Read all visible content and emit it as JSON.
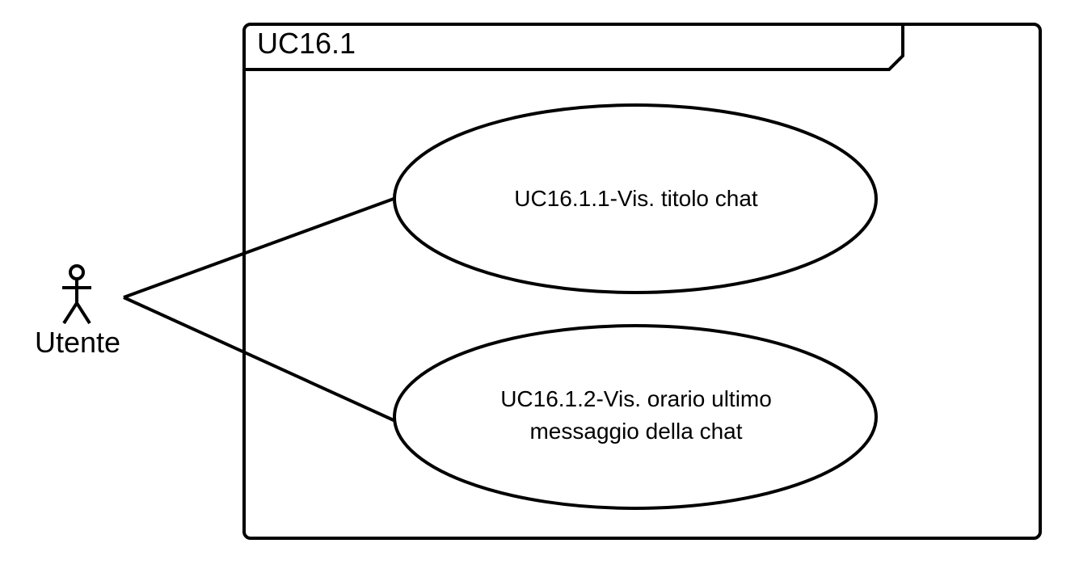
{
  "frame": {
    "title": "UC16.1"
  },
  "actor": {
    "name": "Utente"
  },
  "use_cases": [
    {
      "lines": [
        "UC16.1.1-Vis. titolo chat"
      ]
    },
    {
      "lines": [
        "UC16.1.2-Vis. orario ultimo",
        "messaggio della chat"
      ]
    }
  ],
  "colors": {
    "stroke": "#000000",
    "background": "#ffffff"
  }
}
